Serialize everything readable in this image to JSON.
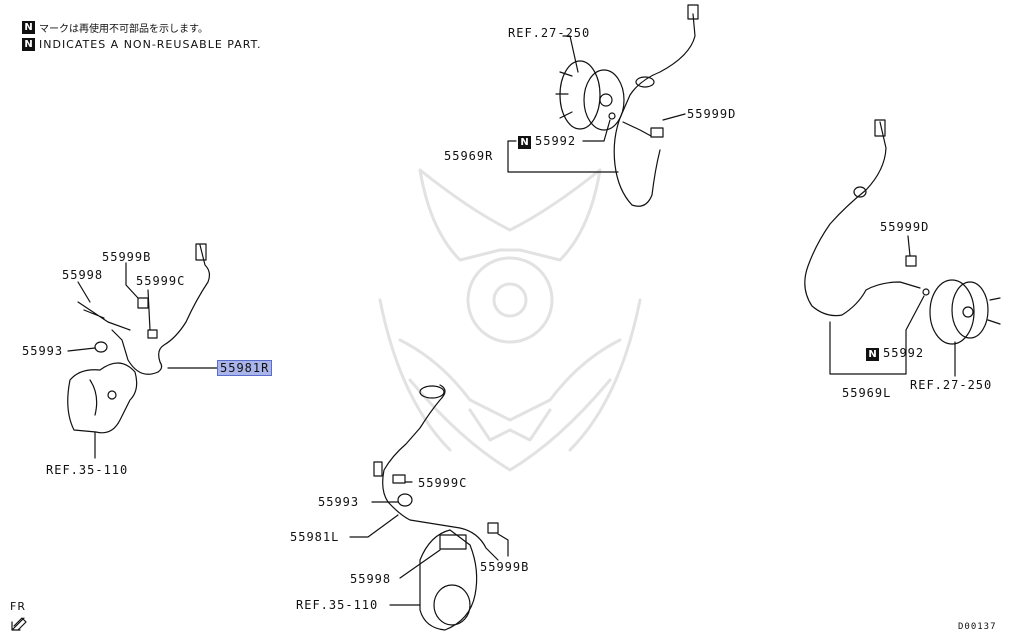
{
  "legend": {
    "badge": "N",
    "jp_text": "マークは再使用不可部品を示します。",
    "en_text": "INDICATES A NON-REUSABLE PART."
  },
  "labels": {
    "ref_27_250_top": "REF.27-250",
    "p55999d_top": "55999D",
    "p55992_top": "55992",
    "p55969r": "55969R",
    "p55998_left": "55998",
    "p55999b_left": "55999B",
    "p55999c_left": "55999C",
    "p55993_left": "55993",
    "p55981r": "55981R",
    "ref_35_110_left": "REF.35-110",
    "p55999d_right": "55999D",
    "p55992_right": "55992",
    "p55969l": "55969L",
    "ref_27_250_right": "REF.27-250",
    "p55999c_bottom": "55999C",
    "p55993_bottom": "55993",
    "p55981l": "55981L",
    "p55998_bottom": "55998",
    "p55999b_bottom": "55999B",
    "ref_35_110_bottom": "REF.35-110"
  },
  "fr_label": "FR",
  "diagram_code": "D00137",
  "colors": {
    "highlight": "#a9b4ea",
    "ink": "#111111",
    "watermark": "#e6e6e6"
  }
}
